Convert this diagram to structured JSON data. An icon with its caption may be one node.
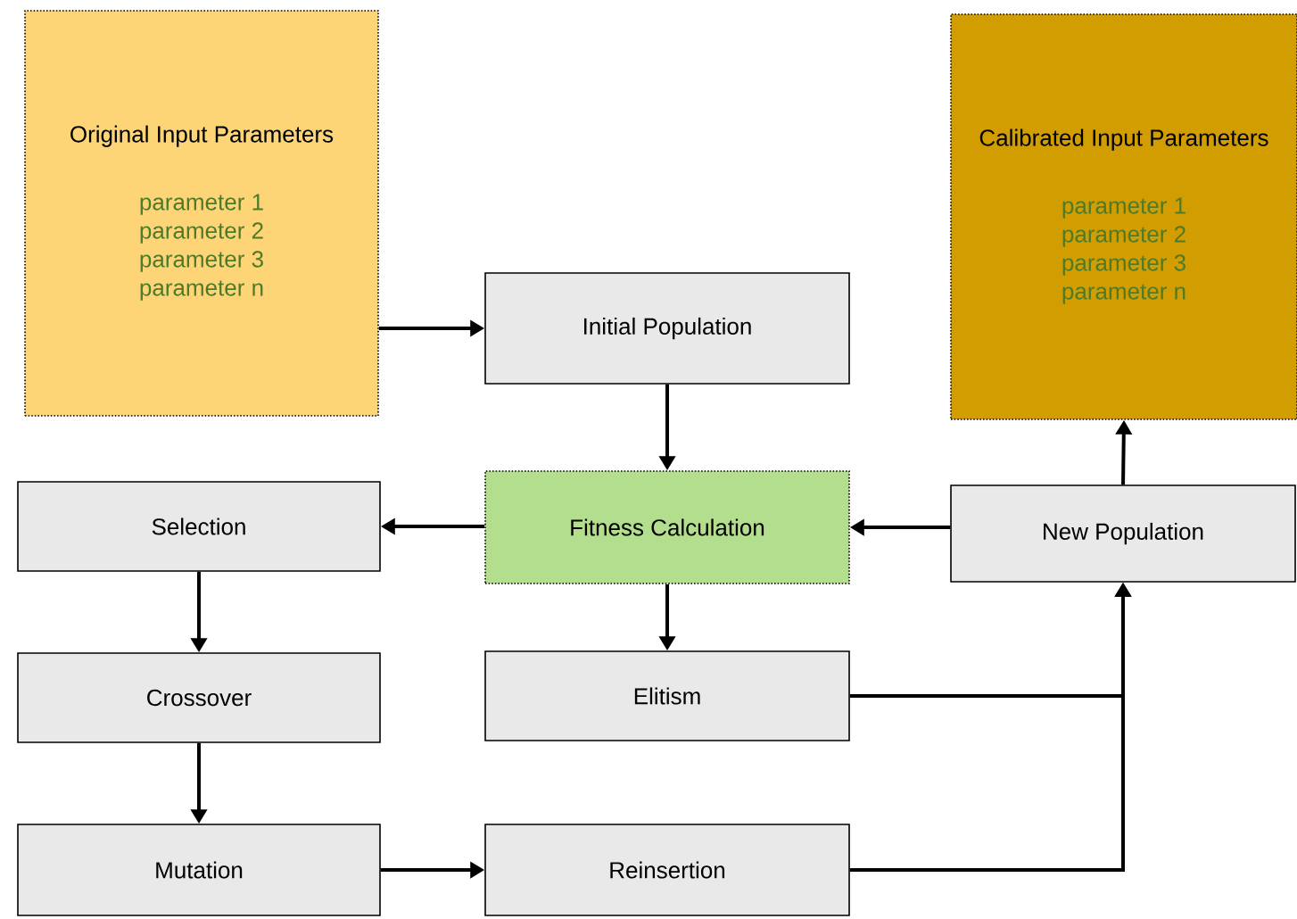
{
  "diagram": {
    "nodes": [
      {
        "text": [
          "Original Input Parameters",
          "parameter 1",
          "parameter 2",
          "parameter 3",
          "parameter n"
        ]
      },
      {
        "text": [
          "Calibrated Input Parameters",
          "parameter 1",
          "parameter 2",
          "parameter 3",
          "parameter n"
        ]
      },
      {
        "text": [
          "Initial Population"
        ]
      },
      {
        "text": [
          "Selection"
        ]
      },
      {
        "text": [
          "Fitness Calculation"
        ]
      },
      {
        "text": [
          "New Population"
        ]
      },
      {
        "text": [
          "Crossover"
        ]
      },
      {
        "text": [
          "Elitism"
        ]
      },
      {
        "text": [
          "Mutation"
        ]
      },
      {
        "text": [
          "Reinsertion"
        ]
      }
    ],
    "edges": [
      {
        "from": 0,
        "to": 2,
        "arrow": "to"
      },
      {
        "from": 2,
        "to": 4,
        "arrow": "to"
      },
      {
        "from": 4,
        "to": 3,
        "arrow": "to"
      },
      {
        "from": 5,
        "to": 4,
        "arrow": "to"
      },
      {
        "from": 5,
        "to": 1,
        "arrow": "to"
      },
      {
        "from": 3,
        "to": 6,
        "arrow": "to"
      },
      {
        "from": 6,
        "to": 8,
        "arrow": "to"
      },
      {
        "from": 8,
        "to": 9,
        "arrow": "to"
      },
      {
        "from": 4,
        "to": 7,
        "arrow": "to"
      },
      {
        "from": 7,
        "to": 5,
        "arrow": "to"
      },
      {
        "from": 9,
        "to": 5,
        "arrow": "to"
      }
    ]
  }
}
